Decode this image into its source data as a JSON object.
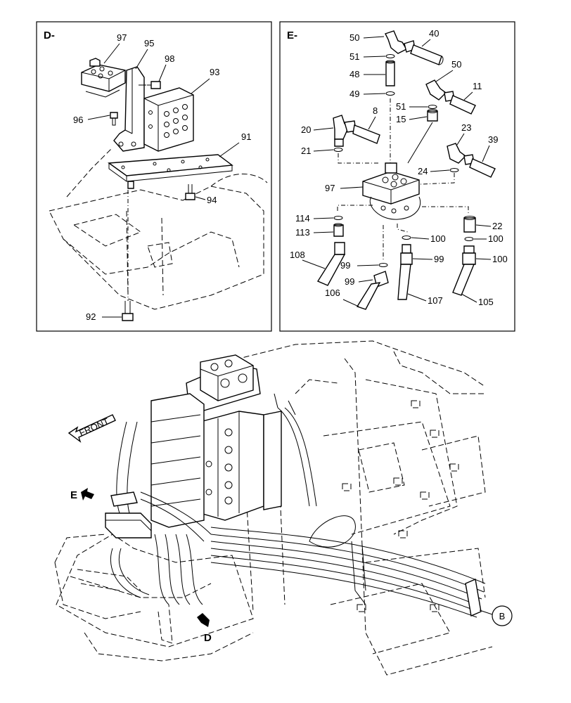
{
  "panel_d": {
    "header": "D-",
    "labels": [
      "97",
      "95",
      "98",
      "93",
      "96",
      "91",
      "94",
      "92"
    ]
  },
  "panel_e": {
    "header": "E-",
    "labels": [
      "50",
      "40",
      "51",
      "48",
      "49",
      "50",
      "11",
      "51",
      "15",
      "8",
      "20",
      "23",
      "39",
      "21",
      "24",
      "97",
      "114",
      "22",
      "113",
      "100",
      "100",
      "108",
      "99",
      "100",
      "99",
      "99",
      "106",
      "107",
      "105"
    ]
  },
  "main_view": {
    "front_label": "FRONT",
    "arrow_e_label": "E",
    "arrow_d_label": "D",
    "callout_b": "B"
  }
}
